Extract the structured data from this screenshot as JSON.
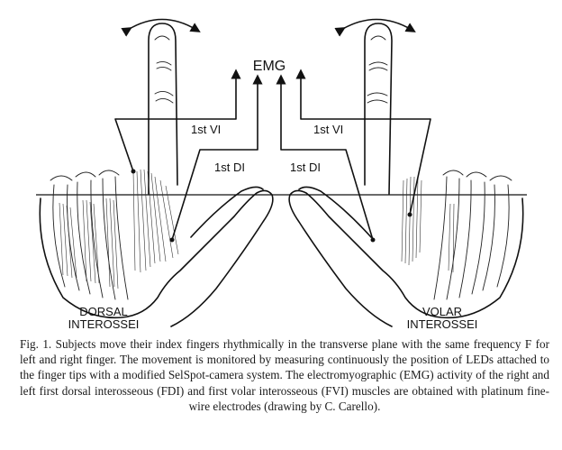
{
  "figure": {
    "labels": {
      "emg": "EMG",
      "vi_left": "1st VI",
      "vi_right": "1st VI",
      "di_left": "1st DI",
      "di_right": "1st DI",
      "dorsal": [
        "DORSAL",
        "INTEROSSEI"
      ],
      "volar": [
        "VOLAR",
        "INTEROSSEI"
      ]
    }
  },
  "caption": {
    "text": "Fig. 1. Subjects move their index fingers rhythmically in the transverse plane with the same frequency F for left and right finger. The movement is monitored by measuring continuously the position of LEDs attached to the finger tips with a modified SelSpot-camera system. The electromyographic (EMG) activity of the right and left first dorsal interosseous (FDI) and first volar interosseous (FVI) muscles are obtained with platinum fine-wire electrodes (drawing by C. Carello)."
  }
}
